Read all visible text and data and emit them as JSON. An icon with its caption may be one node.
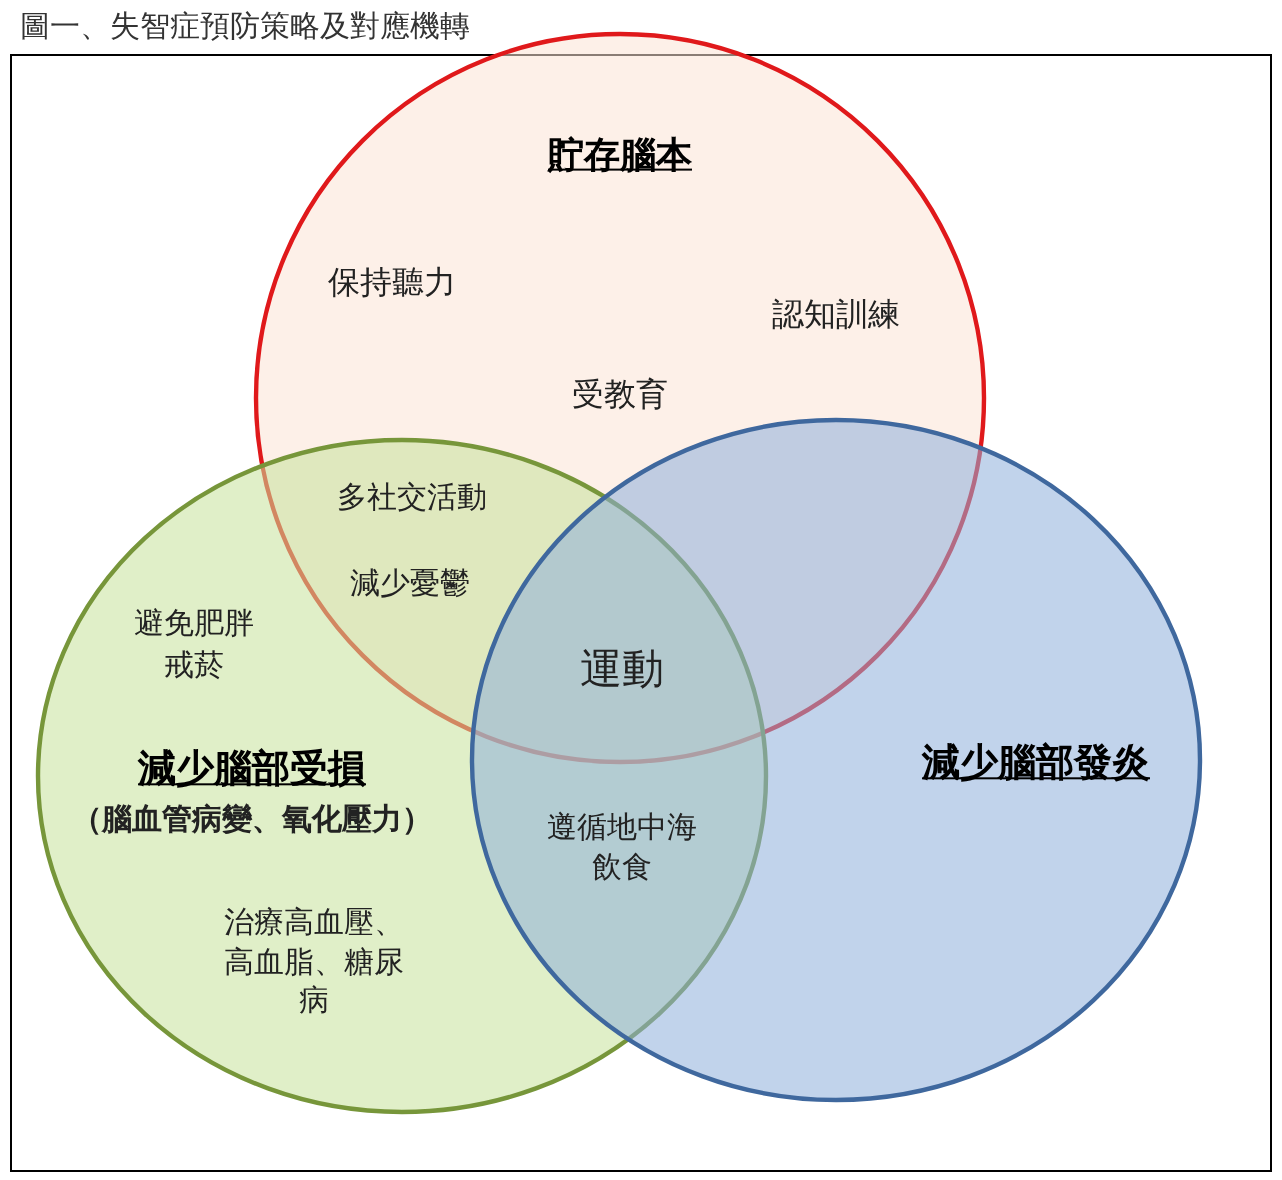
{
  "diagram": {
    "title": "圖一、失智症預防策略及對應機轉",
    "nodes": [
      {
        "text": [
          "貯存腦本",
          "保持聽力",
          "認知訓練",
          "受教育"
        ]
      },
      {
        "text": [
          "避免肥胖",
          "戒菸",
          "減少腦部受損",
          "（腦血管病變、氧化壓力）",
          "治療高血壓、高血脂、糖尿病"
        ]
      },
      {
        "text": [
          "減少腦部發炎"
        ]
      }
    ],
    "edges": [],
    "labels": [
      "多社交活動",
      "減少憂鬱",
      "運動",
      "遵循地中海飲食"
    ]
  }
}
